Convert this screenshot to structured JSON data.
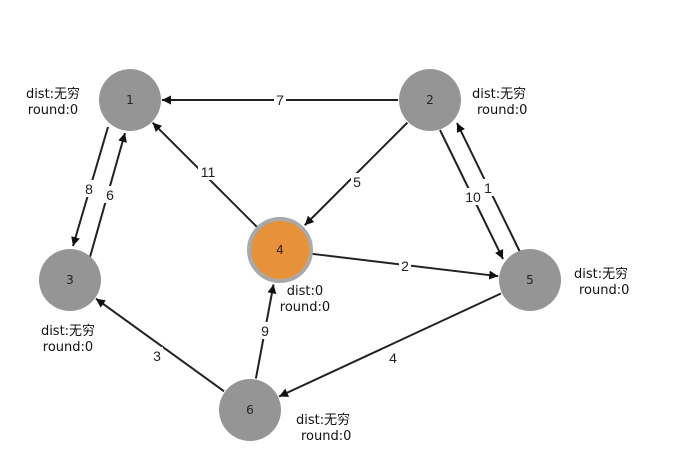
{
  "graph": {
    "colors": {
      "node_default": "#959595",
      "node_active": "#e8913b",
      "node_active_ring": "#a9a9a9",
      "edge": "#222222",
      "edge_label_bg": "#ffffff"
    },
    "nodes": [
      {
        "id": "1",
        "label": "1",
        "dist": "dist:无穷",
        "round": "round:0",
        "active": false
      },
      {
        "id": "2",
        "label": "2",
        "dist": "dist:无穷",
        "round": "round:0",
        "active": false
      },
      {
        "id": "3",
        "label": "3",
        "dist": "dist:无穷",
        "round": "round:0",
        "active": false
      },
      {
        "id": "4",
        "label": "4",
        "dist": "dist:0",
        "round": "round:0",
        "active": true
      },
      {
        "id": "5",
        "label": "5",
        "dist": "dist:无穷",
        "round": "round:0",
        "active": false
      },
      {
        "id": "6",
        "label": "6",
        "dist": "dist:无穷",
        "round": "round:0",
        "active": false
      }
    ],
    "edges": [
      {
        "from": "2",
        "to": "1",
        "weight": "7"
      },
      {
        "from": "1",
        "to": "3",
        "weight": "8"
      },
      {
        "from": "3",
        "to": "1",
        "weight": "6"
      },
      {
        "from": "4",
        "to": "1",
        "weight": "11"
      },
      {
        "from": "2",
        "to": "4",
        "weight": "5"
      },
      {
        "from": "2",
        "to": "5",
        "weight": "10"
      },
      {
        "from": "5",
        "to": "2",
        "weight": "1"
      },
      {
        "from": "4",
        "to": "5",
        "weight": "2"
      },
      {
        "from": "5",
        "to": "6",
        "weight": "4"
      },
      {
        "from": "6",
        "to": "4",
        "weight": "9"
      },
      {
        "from": "6",
        "to": "3",
        "weight": "3"
      }
    ]
  }
}
